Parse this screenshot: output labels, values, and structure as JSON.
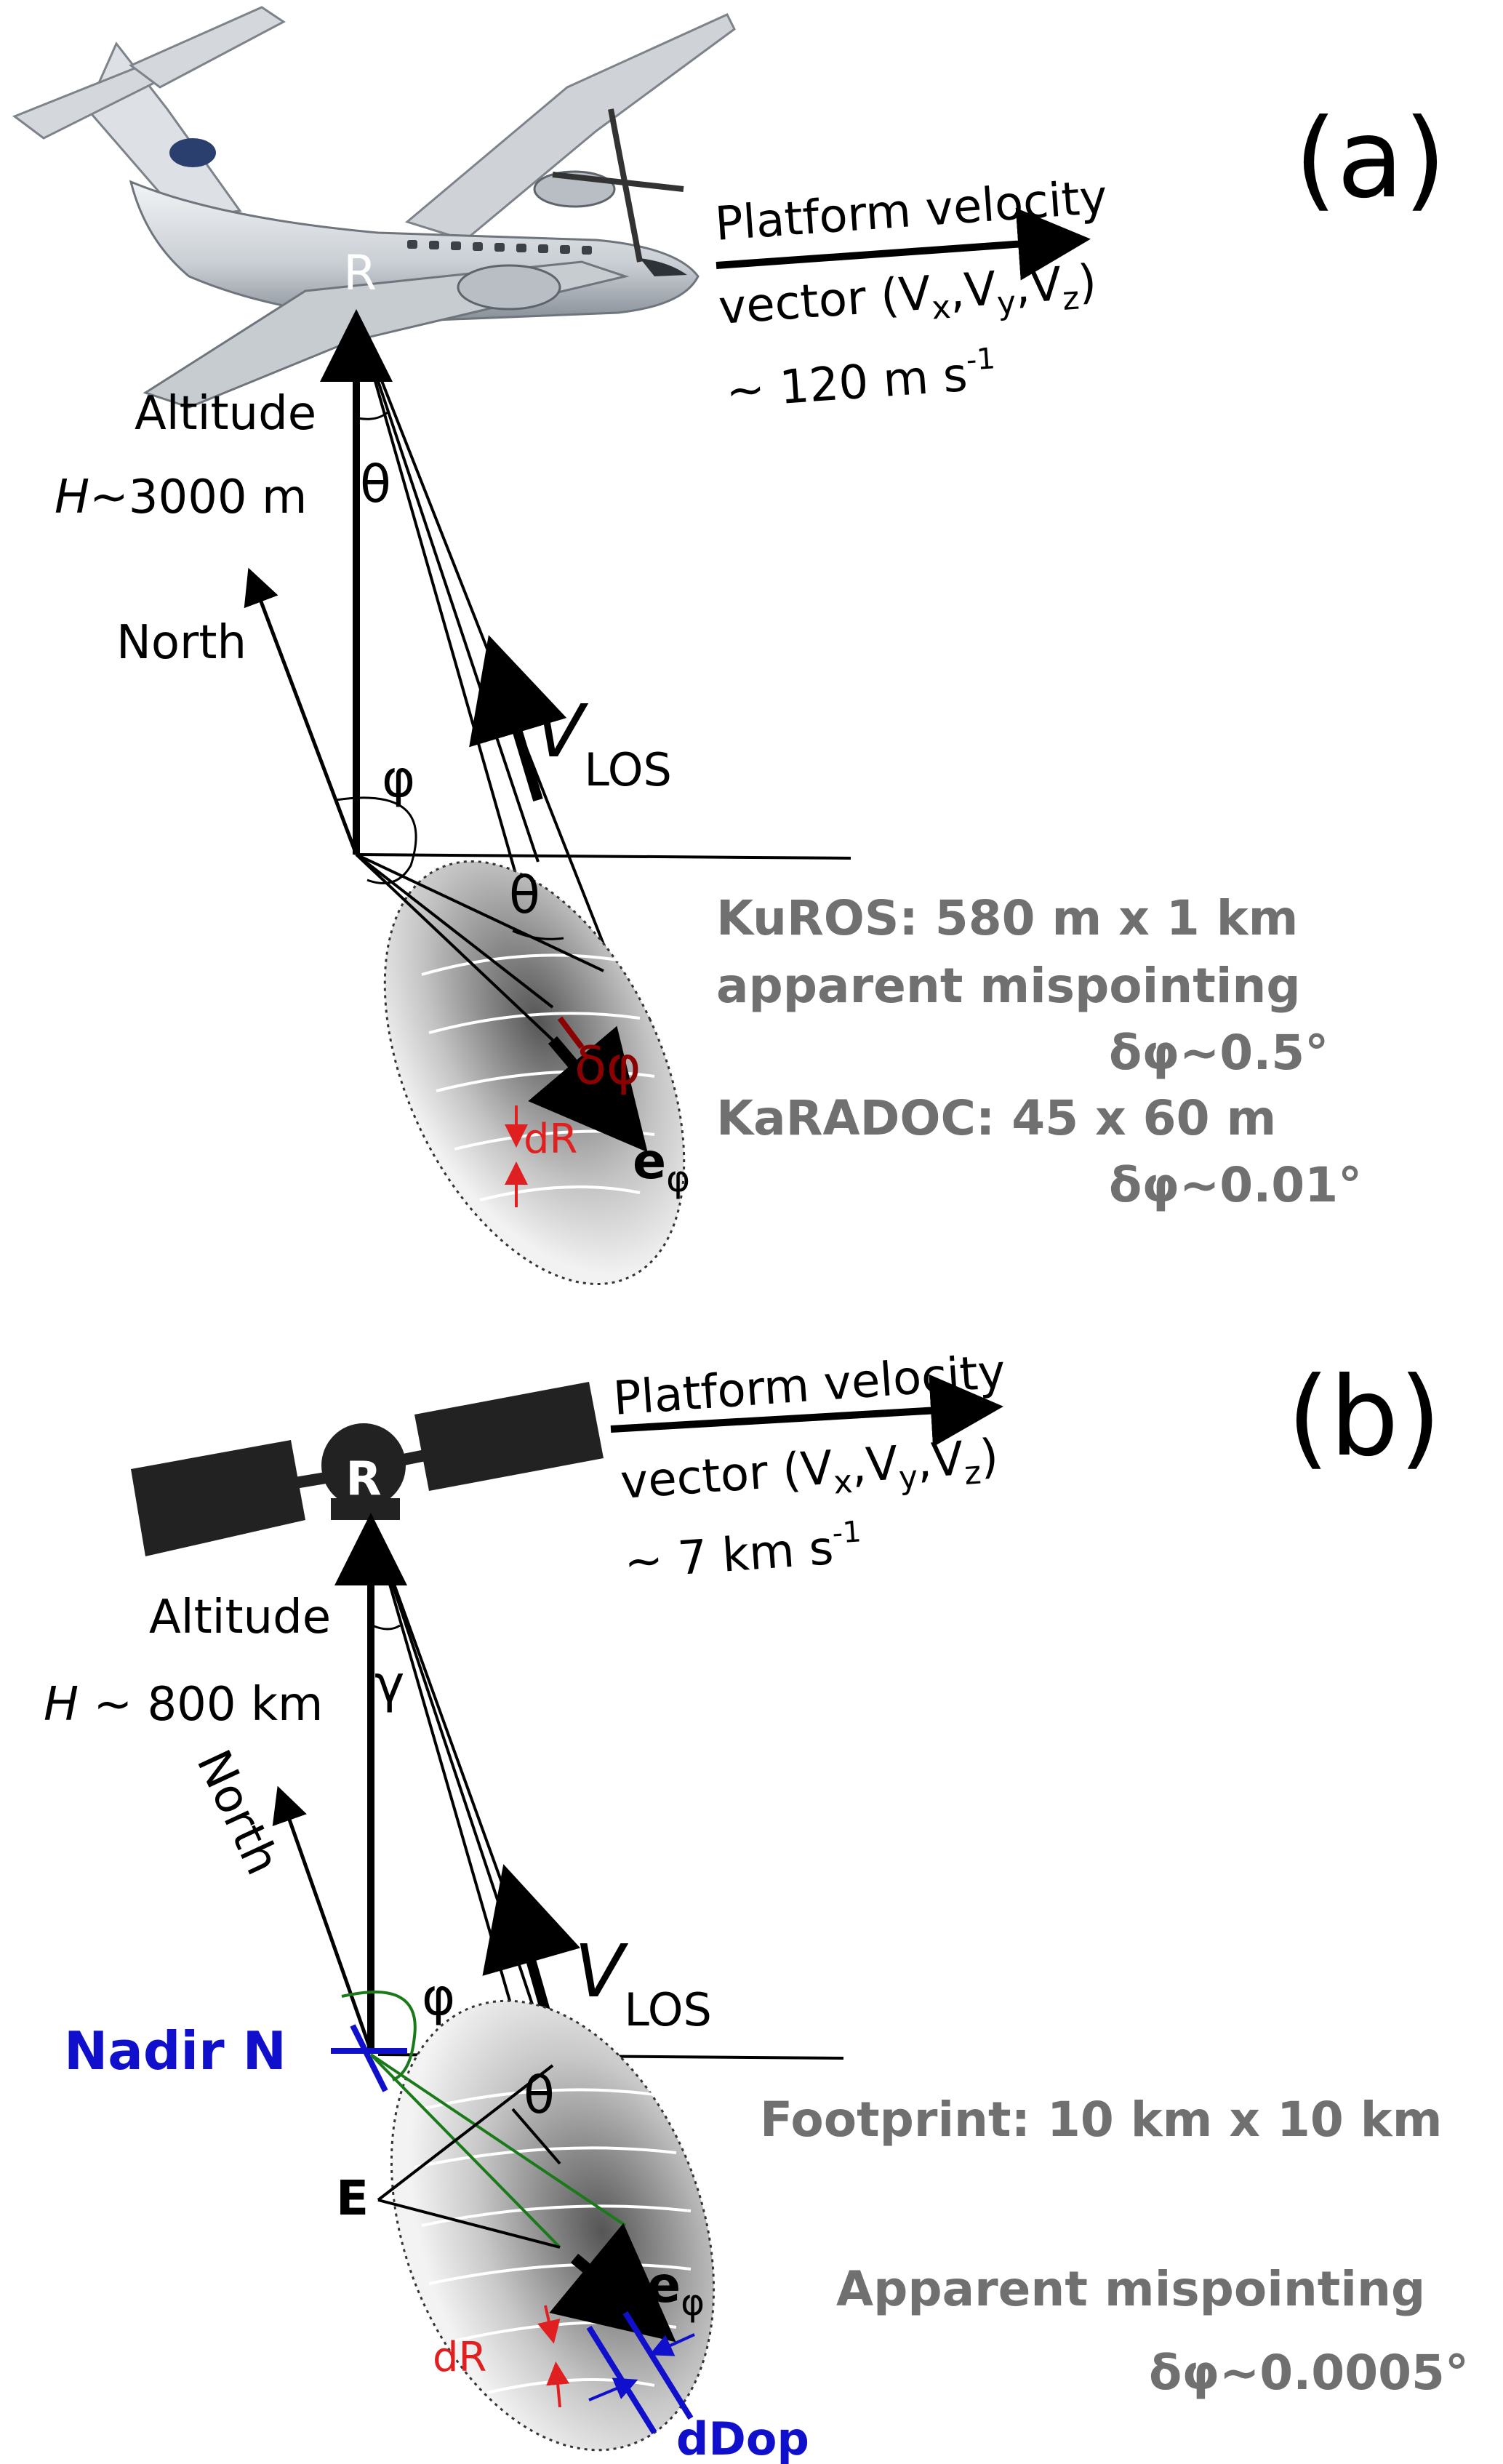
{
  "panel_a": {
    "tag": "(a)",
    "radar_label": "R",
    "velocity_line1": "Platform velocity",
    "velocity_line2": "vector (V",
    "velocity_x": "x",
    "velocity_y": "y",
    "velocity_z": "z",
    "velocity_sep": ",V",
    "velocity_close": ")",
    "velocity_value": "~ 120 m s",
    "velocity_exp": "-1",
    "altitude_label": "Altitude",
    "altitude_prefix": "H",
    "altitude_value": "~3000 m",
    "theta": "θ",
    "north": "North",
    "phi": "φ",
    "vlos_main": "V",
    "vlos_sub": "LOS",
    "theta2": "θ",
    "dphi": "δφ",
    "dR": "dR",
    "e_main": "e",
    "e_sub": "φ",
    "kuros_line1": "KuROS: 580 m x 1 km",
    "kuros_line2": "apparent mispointing",
    "kuros_line3": "δφ~0.5°",
    "karadoc_line1": "KaRADOC: 45 x 60 m",
    "karadoc_line2": "δφ~0.01°"
  },
  "panel_b": {
    "tag": "(b)",
    "radar_label": "R",
    "velocity_line1": "Platform velocity",
    "velocity_line2": "vector (V",
    "velocity_x": "x",
    "velocity_y": "y",
    "velocity_z": "z",
    "velocity_sep": ",V",
    "velocity_close": ")",
    "velocity_value": "~ 7 km s",
    "velocity_exp": "-1",
    "altitude_label": "Altitude",
    "altitude_prefix": "H",
    "altitude_value": " ~ 800 km",
    "gamma": "γ",
    "north": "North",
    "phi": "φ",
    "vlos_main": "V",
    "vlos_sub": "LOS",
    "nadir": "Nadir N",
    "theta": "θ",
    "e_point": "E",
    "dR": "dR",
    "e_main": "e",
    "e_sub": "φ",
    "ddop": "dDop",
    "footprint": "Footprint: 10 km x 10 km",
    "mispoint_line1": "Apparent mispointing",
    "mispoint_line2": "δφ~0.0005°"
  },
  "colors": {
    "black": "#000000",
    "gray_text": "#707070",
    "red": "#e02020",
    "dark_red": "#8b0000",
    "blue": "#1010cc",
    "green": "#1a7a1a",
    "satellite": "#222222",
    "airplane_body": "#dfe3e8"
  }
}
